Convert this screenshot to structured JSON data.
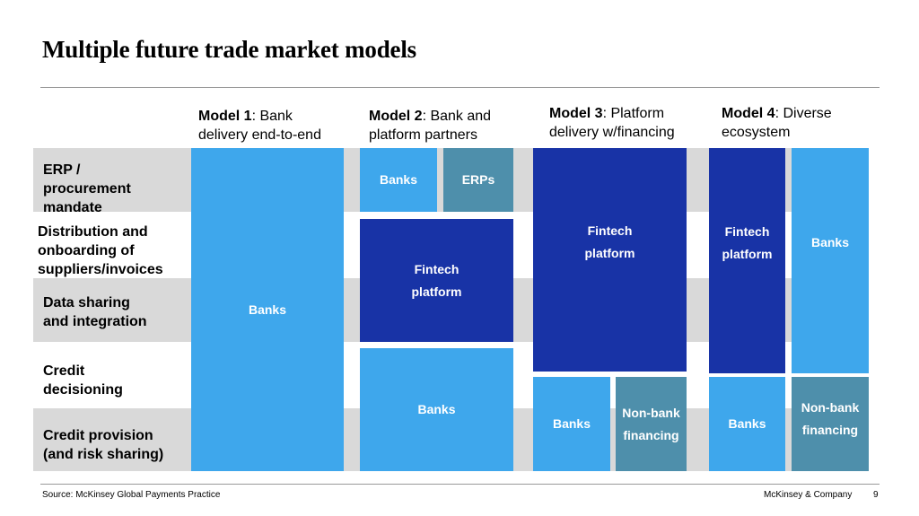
{
  "title": "Multiple future trade market models",
  "rows": [
    {
      "label_lines": [
        "ERP /",
        "procurement",
        "mandate"
      ]
    },
    {
      "label_lines": [
        "Distribution and",
        "onboarding of",
        "suppliers/invoices"
      ]
    },
    {
      "label_lines": [
        "Data sharing",
        "and integration"
      ]
    },
    {
      "label_lines": [
        "Credit",
        "decisioning"
      ]
    },
    {
      "label_lines": [
        "Credit provision",
        "(and risk sharing)"
      ]
    }
  ],
  "models": [
    {
      "name": "Model 1",
      "desc_1": ": Bank",
      "desc_2": "delivery end-to-end"
    },
    {
      "name": "Model 2",
      "desc_1": ": Bank and",
      "desc_2": "platform partners"
    },
    {
      "name": "Model 3",
      "desc_1": ": Platform",
      "desc_2": "delivery w/financing"
    },
    {
      "name": "Model 4",
      "desc_1": ": Diverse",
      "desc_2": "ecosystem"
    }
  ],
  "boxes": {
    "m1_banks": [
      "Banks"
    ],
    "m2_banks_top": [
      "Banks"
    ],
    "m2_erps": [
      "ERPs"
    ],
    "m2_fintech": [
      "Fintech",
      "platform"
    ],
    "m2_banks_bottom": [
      "Banks"
    ],
    "m3_fintech": [
      "Fintech",
      "platform"
    ],
    "m3_banks": [
      "Banks"
    ],
    "m3_nonbank": [
      "Non-bank",
      "financing"
    ],
    "m4_fintech": [
      "Fintech",
      "platform"
    ],
    "m4_banks_top": [
      "Banks"
    ],
    "m4_banks_bottom": [
      "Banks"
    ],
    "m4_nonbank": [
      "Non-bank",
      "financing"
    ]
  },
  "colors": {
    "light_blue": "#3ea7ec",
    "teal": "#4e8fab",
    "dark_blue": "#1833a6",
    "band_gray": "#d9d9d9"
  },
  "footer": {
    "source": "Source: McKinsey Global Payments Practice",
    "company": "McKinsey & Company",
    "page": "9"
  }
}
